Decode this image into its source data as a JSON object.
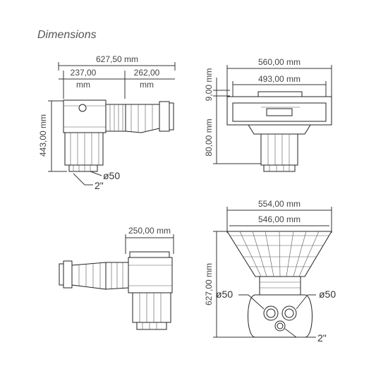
{
  "title": "Dimensions",
  "view_top_left": {
    "total_width": "627,50 mm",
    "left_part": "237,00",
    "left_unit": "mm",
    "right_part": "262,00",
    "right_unit": "mm",
    "height": "443,00 mm",
    "pipe_diameter": "ø50",
    "thread": "2\""
  },
  "view_top_right": {
    "outer_width": "560,00 mm",
    "inner_width": "493,00 mm",
    "lip": "9,00 mm",
    "depth": "80,00 mm"
  },
  "view_bottom_left": {
    "width": "250,00 mm"
  },
  "view_bottom_right": {
    "outer_width": "554,00 mm",
    "inner_width": "546,00 mm",
    "height": "627,00 mm",
    "pipe_left": "ø50",
    "pipe_right": "ø50",
    "thread": "2\""
  }
}
